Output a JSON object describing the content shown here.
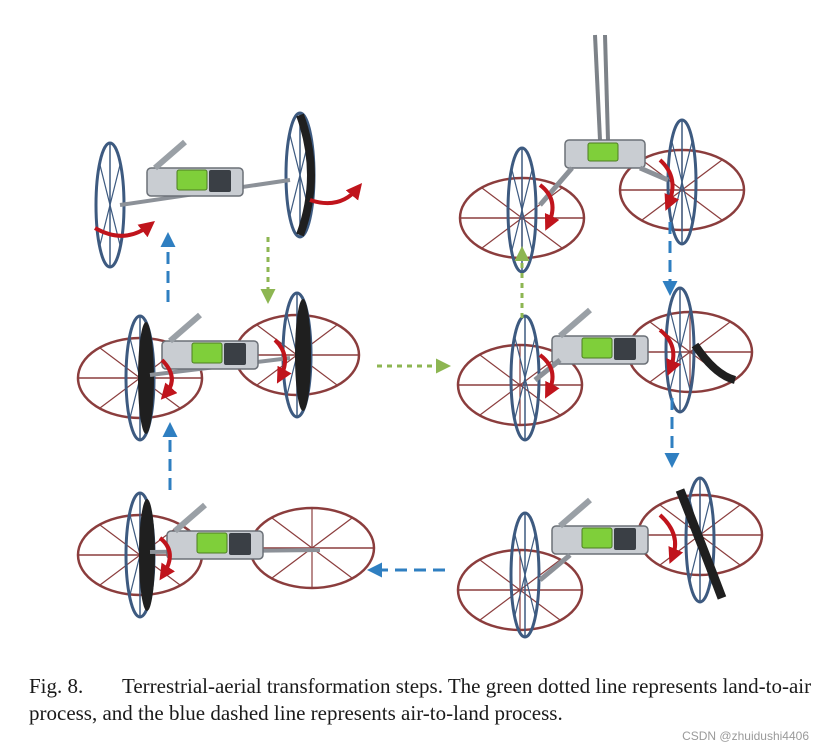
{
  "caption": {
    "label": "Fig. 8.",
    "text": "Terrestrial-aerial transformation steps. The green dotted line represents land-to-air process, and the blue dashed line represents air-to-land process."
  },
  "watermark": "CSDN @zhuidushi4406",
  "colors": {
    "land_to_air_arrow": "#8db652",
    "air_to_land_arrow": "#2f7fc1",
    "rotation_arrow": "#c0141c",
    "guard_blue": "#3d5a80",
    "guard_red": "#8b3d3d",
    "battery": "#7fcf3a"
  }
}
